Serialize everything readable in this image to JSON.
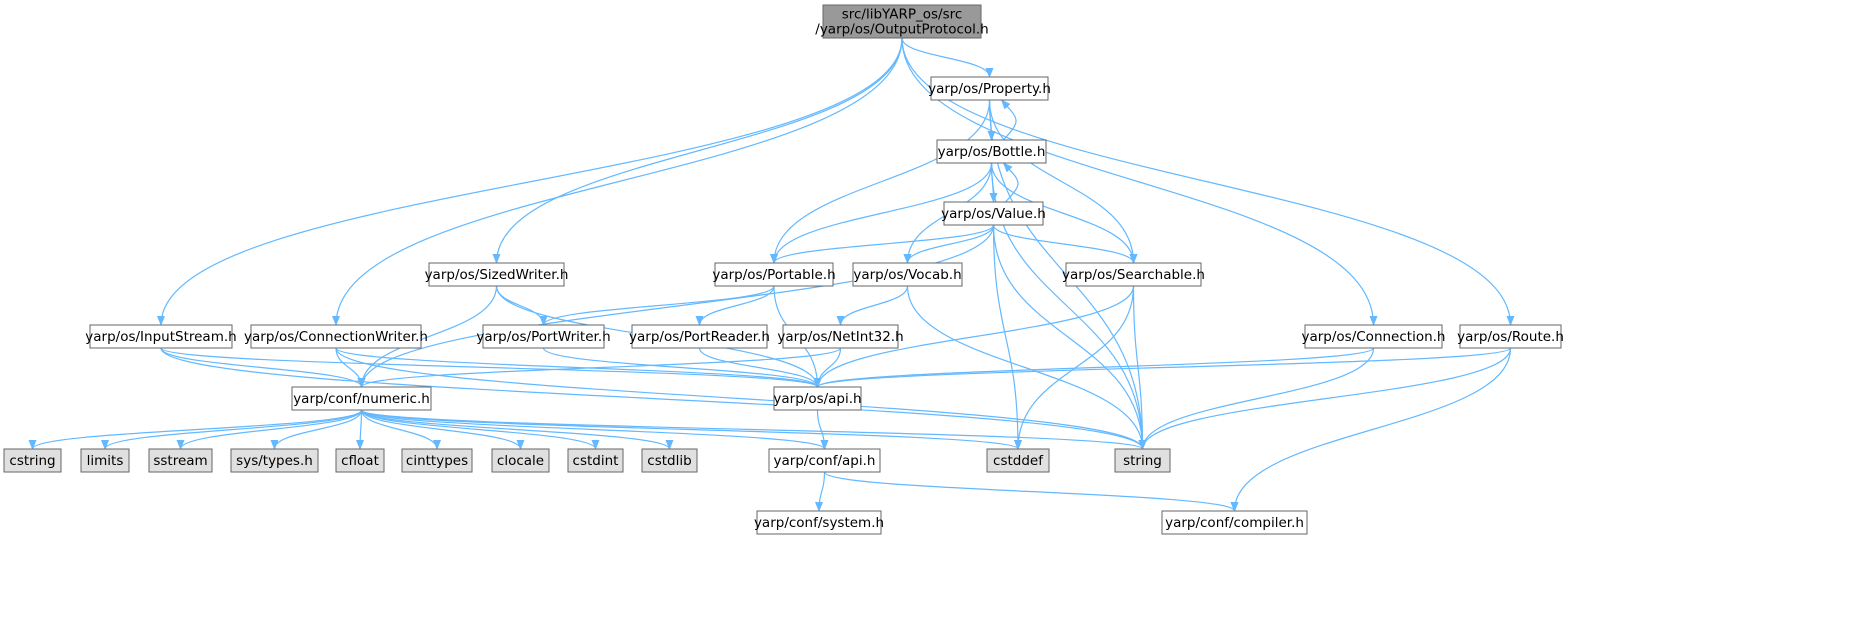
{
  "diagram": {
    "type": "include-dependency-graph",
    "colors": {
      "edge": "#63b8ff",
      "root_fill": "#999999",
      "node_fill": "#ffffff",
      "system_fill": "#e0e0e0",
      "border": "#666666"
    },
    "nodes": [
      {
        "id": "root",
        "label": [
          "src/libYARP_os/src",
          "/yarp/os/OutputProtocol.h"
        ],
        "kind": "root"
      },
      {
        "id": "property",
        "label": [
          "yarp/os/Property.h"
        ],
        "kind": "header"
      },
      {
        "id": "bottle",
        "label": [
          "yarp/os/Bottle.h"
        ],
        "kind": "header"
      },
      {
        "id": "value",
        "label": [
          "yarp/os/Value.h"
        ],
        "kind": "header"
      },
      {
        "id": "sizedwriter",
        "label": [
          "yarp/os/SizedWriter.h"
        ],
        "kind": "header"
      },
      {
        "id": "portable",
        "label": [
          "yarp/os/Portable.h"
        ],
        "kind": "header"
      },
      {
        "id": "vocab",
        "label": [
          "yarp/os/Vocab.h"
        ],
        "kind": "header"
      },
      {
        "id": "searchable",
        "label": [
          "yarp/os/Searchable.h"
        ],
        "kind": "header"
      },
      {
        "id": "inputstream",
        "label": [
          "yarp/os/InputStream.h"
        ],
        "kind": "header"
      },
      {
        "id": "connwriter",
        "label": [
          "yarp/os/ConnectionWriter.h"
        ],
        "kind": "header"
      },
      {
        "id": "portwriter",
        "label": [
          "yarp/os/PortWriter.h"
        ],
        "kind": "header"
      },
      {
        "id": "portreader",
        "label": [
          "yarp/os/PortReader.h"
        ],
        "kind": "header"
      },
      {
        "id": "netint32",
        "label": [
          "yarp/os/NetInt32.h"
        ],
        "kind": "header"
      },
      {
        "id": "connection",
        "label": [
          "yarp/os/Connection.h"
        ],
        "kind": "header"
      },
      {
        "id": "route",
        "label": [
          "yarp/os/Route.h"
        ],
        "kind": "header"
      },
      {
        "id": "numeric",
        "label": [
          "yarp/conf/numeric.h"
        ],
        "kind": "header"
      },
      {
        "id": "osapi",
        "label": [
          "yarp/os/api.h"
        ],
        "kind": "header"
      },
      {
        "id": "cstring",
        "label": [
          "cstring"
        ],
        "kind": "system"
      },
      {
        "id": "limits",
        "label": [
          "limits"
        ],
        "kind": "system"
      },
      {
        "id": "sstream",
        "label": [
          "sstream"
        ],
        "kind": "system"
      },
      {
        "id": "systypes",
        "label": [
          "sys/types.h"
        ],
        "kind": "system"
      },
      {
        "id": "cfloat",
        "label": [
          "cfloat"
        ],
        "kind": "system"
      },
      {
        "id": "cinttypes",
        "label": [
          "cinttypes"
        ],
        "kind": "system"
      },
      {
        "id": "clocale",
        "label": [
          "clocale"
        ],
        "kind": "system"
      },
      {
        "id": "cstdint",
        "label": [
          "cstdint"
        ],
        "kind": "system"
      },
      {
        "id": "cstdlib",
        "label": [
          "cstdlib"
        ],
        "kind": "system"
      },
      {
        "id": "confapi",
        "label": [
          "yarp/conf/api.h"
        ],
        "kind": "header"
      },
      {
        "id": "cstddef",
        "label": [
          "cstddef"
        ],
        "kind": "system"
      },
      {
        "id": "string",
        "label": [
          "string"
        ],
        "kind": "system"
      },
      {
        "id": "system",
        "label": [
          "yarp/conf/system.h"
        ],
        "kind": "header"
      },
      {
        "id": "compiler",
        "label": [
          "yarp/conf/compiler.h"
        ],
        "kind": "header"
      }
    ],
    "edges": [
      [
        "root",
        "property"
      ],
      [
        "root",
        "sizedwriter"
      ],
      [
        "root",
        "inputstream"
      ],
      [
        "root",
        "connwriter"
      ],
      [
        "root",
        "connection"
      ],
      [
        "root",
        "route"
      ],
      [
        "property",
        "bottle"
      ],
      [
        "property",
        "portable"
      ],
      [
        "property",
        "searchable"
      ],
      [
        "property",
        "string"
      ],
      [
        "bottle",
        "property"
      ],
      [
        "bottle",
        "value"
      ],
      [
        "bottle",
        "portable"
      ],
      [
        "bottle",
        "vocab"
      ],
      [
        "bottle",
        "searchable"
      ],
      [
        "bottle",
        "string"
      ],
      [
        "value",
        "bottle"
      ],
      [
        "value",
        "numeric"
      ],
      [
        "value",
        "portable"
      ],
      [
        "value",
        "vocab"
      ],
      [
        "value",
        "searchable"
      ],
      [
        "value",
        "cstddef"
      ],
      [
        "value",
        "string"
      ],
      [
        "sizedwriter",
        "numeric"
      ],
      [
        "sizedwriter",
        "portwriter"
      ],
      [
        "sizedwriter",
        "osapi"
      ],
      [
        "portable",
        "portwriter"
      ],
      [
        "portable",
        "portreader"
      ],
      [
        "portable",
        "osapi"
      ],
      [
        "vocab",
        "netint32"
      ],
      [
        "vocab",
        "string"
      ],
      [
        "searchable",
        "osapi"
      ],
      [
        "searchable",
        "cstddef"
      ],
      [
        "searchable",
        "string"
      ],
      [
        "inputstream",
        "numeric"
      ],
      [
        "inputstream",
        "osapi"
      ],
      [
        "inputstream",
        "string"
      ],
      [
        "connwriter",
        "numeric"
      ],
      [
        "connwriter",
        "osapi"
      ],
      [
        "connwriter",
        "string"
      ],
      [
        "portwriter",
        "osapi"
      ],
      [
        "portreader",
        "osapi"
      ],
      [
        "netint32",
        "numeric"
      ],
      [
        "netint32",
        "osapi"
      ],
      [
        "connection",
        "osapi"
      ],
      [
        "connection",
        "string"
      ],
      [
        "route",
        "osapi"
      ],
      [
        "route",
        "string"
      ],
      [
        "route",
        "compiler"
      ],
      [
        "numeric",
        "cstring"
      ],
      [
        "numeric",
        "limits"
      ],
      [
        "numeric",
        "sstream"
      ],
      [
        "numeric",
        "systypes"
      ],
      [
        "numeric",
        "cfloat"
      ],
      [
        "numeric",
        "cinttypes"
      ],
      [
        "numeric",
        "clocale"
      ],
      [
        "numeric",
        "cstdint"
      ],
      [
        "numeric",
        "cstdlib"
      ],
      [
        "numeric",
        "confapi"
      ],
      [
        "numeric",
        "cstddef"
      ],
      [
        "numeric",
        "string"
      ],
      [
        "osapi",
        "confapi"
      ],
      [
        "confapi",
        "system"
      ],
      [
        "confapi",
        "compiler"
      ]
    ]
  }
}
